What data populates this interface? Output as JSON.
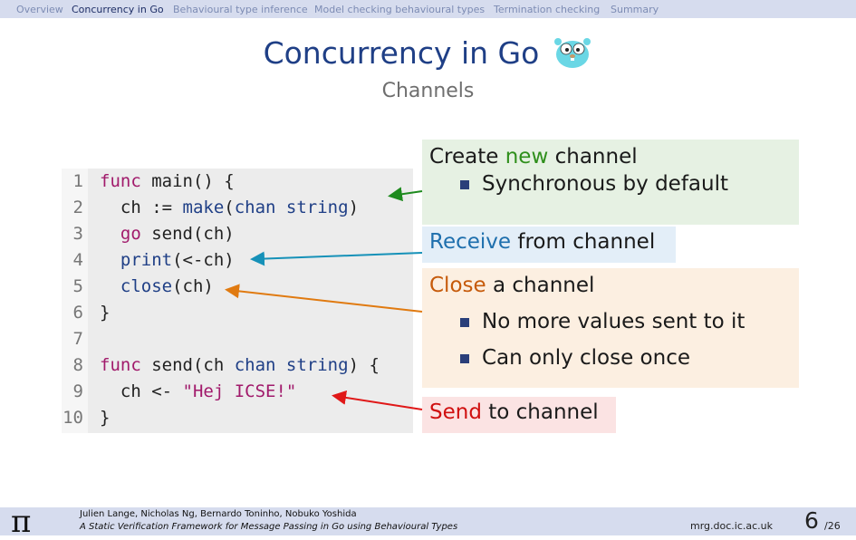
{
  "nav": {
    "items": [
      "Overview",
      "Concurrency in Go",
      "Behavioural type inference",
      "Model checking behavioural types",
      "Termination checking",
      "Summary"
    ],
    "active": 1
  },
  "slide": {
    "title": "Concurrency in Go",
    "subtitle": "Channels",
    "mascot_icon": "gopher-icon"
  },
  "code": {
    "line_numbers": [
      "1",
      "2",
      "3",
      "4",
      "5",
      "6",
      "7",
      "8",
      "9",
      "10"
    ]
  },
  "annotations": {
    "create": {
      "highlight": "new",
      "pre": "Create ",
      "post": " channel",
      "bullets": [
        "Synchronous by default"
      ]
    },
    "receive": {
      "highlight": "Receive",
      "post": " from channel"
    },
    "close": {
      "highlight": "Close",
      "post": " a channel",
      "bullets": [
        "No more values sent to it",
        "Can only close once"
      ]
    },
    "send": {
      "highlight": "Send",
      "post": " to channel"
    }
  },
  "footer": {
    "authors": "Julien Lange, Nicholas Ng, Bernardo Toninho, Nobuko Yoshida",
    "paper_title": "A Static Verification Framework for Message Passing in Go using Behavioural Types",
    "site": "mrg.doc.ic.ac.uk",
    "page": "6",
    "total": "/26"
  },
  "colors": {
    "accent": "#1f3f86",
    "create_arrow": "#1e8a1e",
    "receive_arrow": "#1691b8",
    "close_arrow": "#e07a10",
    "send_arrow": "#e01818"
  }
}
